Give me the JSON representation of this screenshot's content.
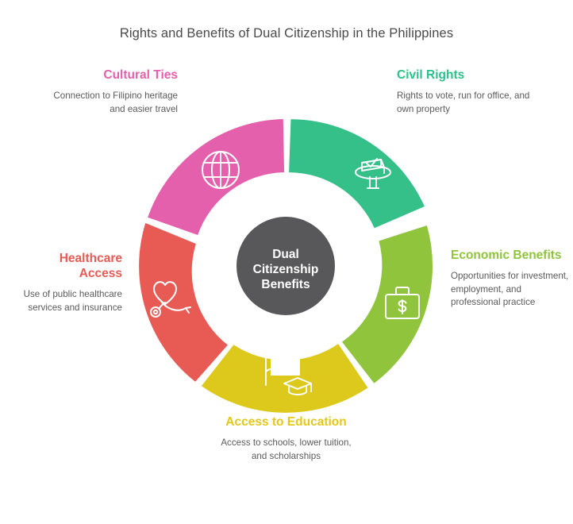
{
  "title": "Rights and Benefits of Dual Citizenship in the Philippines",
  "center": {
    "line1": "Dual",
    "line2": "Citizenship",
    "line3": "Benefits",
    "color": "#58585a",
    "text_color": "#ffffff"
  },
  "segments": [
    {
      "id": "civil-rights",
      "title": "Civil Rights",
      "description": "Rights to vote, run for office, and own property",
      "color": "#35c08a",
      "icon": "ballot-box-icon",
      "position": "top-right"
    },
    {
      "id": "economic-benefits",
      "title": "Economic Benefits",
      "description": "Opportunities for investment, employment, and professional practice",
      "color": "#8fc43c",
      "icon": "briefcase-dollar-icon",
      "position": "right"
    },
    {
      "id": "access-to-education",
      "title": "Access to Education",
      "description": "Access to schools, lower tuition, and scholarships",
      "color": "#ddc81c",
      "icon": "graduation-cap-icon",
      "position": "bottom"
    },
    {
      "id": "healthcare-access",
      "title": "Healthcare Access",
      "description": "Use of public healthcare services and insurance",
      "color": "#e85b55",
      "icon": "heart-stethoscope-icon",
      "position": "left"
    },
    {
      "id": "cultural-ties",
      "title": "Cultural Ties",
      "description": "Connection to Filipino heritage and easier travel",
      "color": "#e45fac",
      "icon": "globe-icon",
      "position": "top-left"
    }
  ],
  "chart_data": {
    "type": "pie",
    "title": "Rights and Benefits of Dual Citizenship in the Philippines",
    "categories": [
      "Civil Rights",
      "Economic Benefits",
      "Access to Education",
      "Healthcare Access",
      "Cultural Ties"
    ],
    "values": [
      20,
      20,
      20,
      20,
      20
    ],
    "colors": [
      "#35c08a",
      "#8fc43c",
      "#ddc81c",
      "#e85b55",
      "#e45fac"
    ],
    "legend": "none",
    "grid": false,
    "xlabel": "",
    "ylabel": ""
  }
}
